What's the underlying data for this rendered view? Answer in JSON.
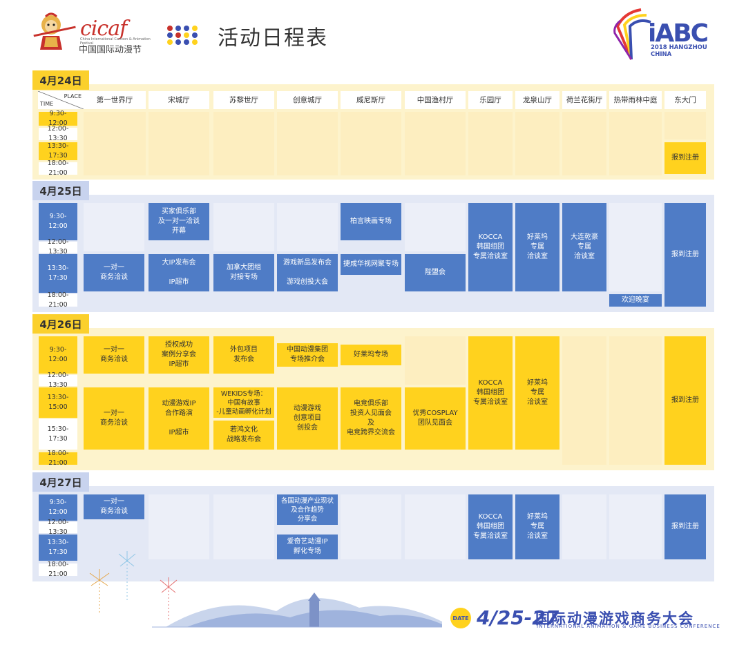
{
  "header": {
    "title": "活动日程表",
    "cicaf_name": "cicaf",
    "cicaf_en": "China International Cartoon & Animation Festival",
    "cicaf_cn": "中国国际动漫节",
    "iabc_name": "iABC",
    "iabc_sub1": "2018 HANGZHOU",
    "iabc_sub2": "CHINA"
  },
  "corner": {
    "place": "PLACE",
    "time": "TIME"
  },
  "venues": [
    "第一世界厅",
    "宋城厅",
    "苏黎世厅",
    "创意城厅",
    "威尼斯厅",
    "中国渔村厅",
    "乐园厅",
    "龙泉山厅",
    "荷兰花街厅",
    "热带雨林中庭",
    "东大门"
  ],
  "days": [
    {
      "date": "4月24日"
    },
    {
      "date": "4月25日"
    },
    {
      "date": "4月26日"
    },
    {
      "date": "4月27日"
    }
  ],
  "times": {
    "d1": [
      "9:30-12:00",
      "12:00-13:30",
      "13:30-17:30",
      "18:00-21:00"
    ],
    "d2": [
      "9:30-12:00",
      "12:00-13:30",
      "13:30-17:30",
      "18:00-21:00"
    ],
    "d3": [
      "9:30-12:00",
      "12:00-13:30",
      "13:30-15:00",
      "15:30-17:30",
      "18:00-21:00"
    ],
    "d4": [
      "9:30-12:00",
      "12:00-13:30",
      "13:30-17:30",
      "18:00-21:00"
    ]
  },
  "events": {
    "d1_reg": "报到注册",
    "d2_v1": "一对一\n商务洽谈",
    "d2_v2a": "买家俱乐部\n及一对一洽谈\n开幕",
    "d2_v2b": "大IP发布会\n\nIP超市",
    "d2_v3": "加拿大团组\n对接专场",
    "d2_v4": "游戏新品发布会\n\n游戏创投大会",
    "d2_v5a": "柏言映画专场",
    "d2_v5b": "捷成华视网聚专场",
    "d2_v6": "陛盟会",
    "d2_v7": "KOCCA\n韩国组团\n专属洽谈室",
    "d2_v8": "好莱坞\n专属\n洽谈室",
    "d2_v9": "大连乾豪\n专属\n洽谈室",
    "d2_v10": "欢迎晚宴",
    "d2_reg": "报到注册",
    "d3_v1a": "一对一\n商务洽谈",
    "d3_v1b": "一对一\n商务洽谈",
    "d3_v2a": "授权成功\n案例分享会\nIP超市",
    "d3_v2b": "动漫游戏IP\n合作路演\n\nIP超市",
    "d3_v3a": "外包项目\n发布会",
    "d3_v3b": "WEKIDS专场：\n中国有故事\n-儿童动画孵化计划",
    "d3_v3c": "若鸿文化\n战略发布会",
    "d3_v4a": "中国动漫集团\n专场推介会",
    "d3_v4b": "动漫游戏\n创意项目\n创投会",
    "d3_v5a": "好莱坞专场",
    "d3_v5b": "电竞俱乐部\n投资人见面会\n及\n电竞跨界交流会",
    "d3_v6": "优秀COSPLAY\n团队见面会",
    "d3_v7": "KOCCA\n韩国组团\n专属洽谈室",
    "d3_v8": "好莱坞\n专属\n洽谈室",
    "d3_reg": "报到注册",
    "d4_v1": "一对一\n商务洽谈",
    "d4_v4a": "各国动漫产业现状\n及合作趋势\n分享会",
    "d4_v4b": "爱奇艺动漫IP\n孵化专场",
    "d4_v7": "KOCCA\n韩国组团\n专属洽谈室",
    "d4_v8": "好莱坞\n专属\n洽谈室",
    "d4_reg": "报到注册"
  },
  "footer": {
    "badge": "DATE",
    "dates": "4/25-27",
    "title": "国际动漫游戏商务大会",
    "en": "INTERNATIONAL ANIMATION & GAME BUSINESS CONFERENCE"
  },
  "colors": {
    "yellow": "#ffd21e",
    "blue": "#4f7cc6",
    "brand": "#3a4fb0",
    "red": "#c8312b"
  }
}
